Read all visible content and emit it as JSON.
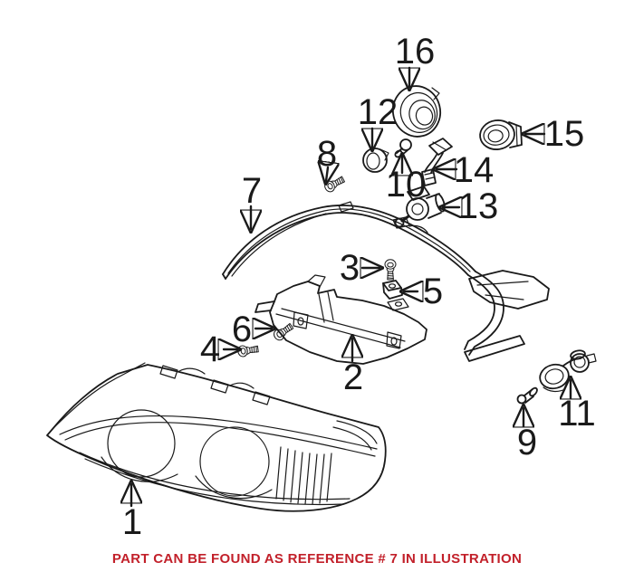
{
  "callouts": [
    {
      "label": "1"
    },
    {
      "label": "2"
    },
    {
      "label": "3"
    },
    {
      "label": "4"
    },
    {
      "label": "5"
    },
    {
      "label": "6"
    },
    {
      "label": "7"
    },
    {
      "label": "8"
    },
    {
      "label": "9"
    },
    {
      "label": "10"
    },
    {
      "label": "11"
    },
    {
      "label": "12"
    },
    {
      "label": "13"
    },
    {
      "label": "14"
    },
    {
      "label": "15"
    },
    {
      "label": "16"
    }
  ],
  "caption": "PART CAN BE FOUND AS REFERENCE # 7 IN ILLUSTRATION",
  "colors": {
    "line": "#1a1a1a",
    "caption": "#c2202a",
    "background": "#ffffff"
  }
}
